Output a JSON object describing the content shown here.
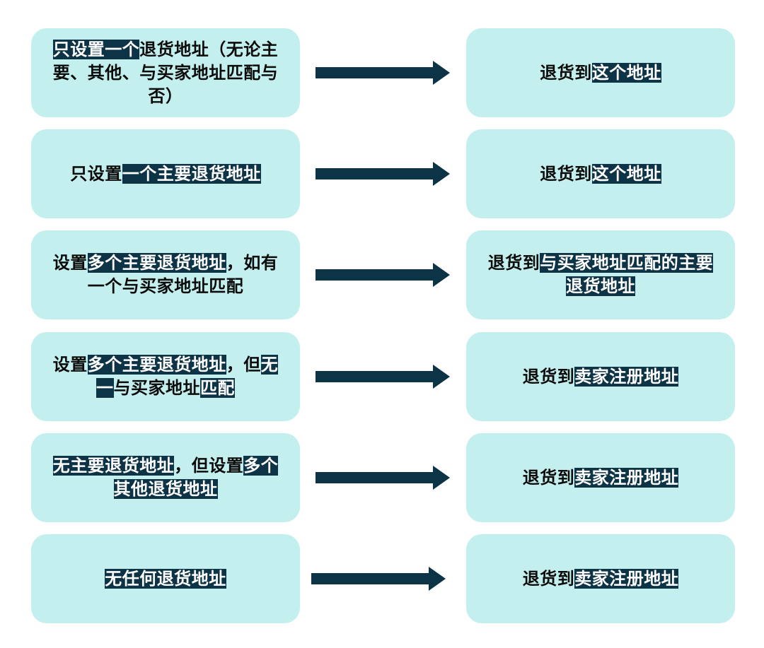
{
  "diagram": {
    "rows": [
      {
        "condition": [
          {
            "text": "只设置一个",
            "hl": true
          },
          {
            "text": "退货地址（无论主要、其他、与买家地址匹配与否）",
            "hl": false
          }
        ],
        "result": [
          {
            "text": "退货到",
            "hl": false
          },
          {
            "text": "这个地址",
            "hl": true
          }
        ]
      },
      {
        "condition": [
          {
            "text": "只设置",
            "hl": false
          },
          {
            "text": "一个主要退货地址",
            "hl": true
          }
        ],
        "result": [
          {
            "text": "退货到",
            "hl": false
          },
          {
            "text": "这个地址",
            "hl": true
          }
        ]
      },
      {
        "condition": [
          {
            "text": "设置",
            "hl": false
          },
          {
            "text": "多个主要退货地址",
            "hl": true
          },
          {
            "text": "，如有一个与买家地址匹配",
            "hl": false
          }
        ],
        "result": [
          {
            "text": "退货到",
            "hl": false
          },
          {
            "text": "与买家地址匹配的主要退货地址",
            "hl": true
          }
        ]
      },
      {
        "condition": [
          {
            "text": "设置",
            "hl": false
          },
          {
            "text": "多个主要退货地址",
            "hl": true
          },
          {
            "text": "，但",
            "hl": false
          },
          {
            "text": "无一",
            "hl": true
          },
          {
            "text": "与买家地址",
            "hl": false
          },
          {
            "text": "匹配",
            "hl": true
          }
        ],
        "result": [
          {
            "text": "退货到",
            "hl": false
          },
          {
            "text": "卖家注册地址",
            "hl": true
          }
        ]
      },
      {
        "condition": [
          {
            "text": "无主要退货地址",
            "hl": true
          },
          {
            "text": "，但设置",
            "hl": false
          },
          {
            "text": "多个其他退货地址",
            "hl": true
          }
        ],
        "result": [
          {
            "text": "退货到",
            "hl": false
          },
          {
            "text": "卖家注册地址",
            "hl": true
          }
        ]
      },
      {
        "condition": [
          {
            "text": "无任何退货地址",
            "hl": true
          }
        ],
        "result": [
          {
            "text": "退货到",
            "hl": false
          },
          {
            "text": "卖家注册地址",
            "hl": true
          }
        ]
      }
    ]
  },
  "colors": {
    "box_fill": "#c3f0ee",
    "highlight_bg": "#0c3346",
    "arrow": "#0c3346",
    "text": "#0b0b0b"
  },
  "icons": {
    "arrow": "arrow-right-icon"
  }
}
